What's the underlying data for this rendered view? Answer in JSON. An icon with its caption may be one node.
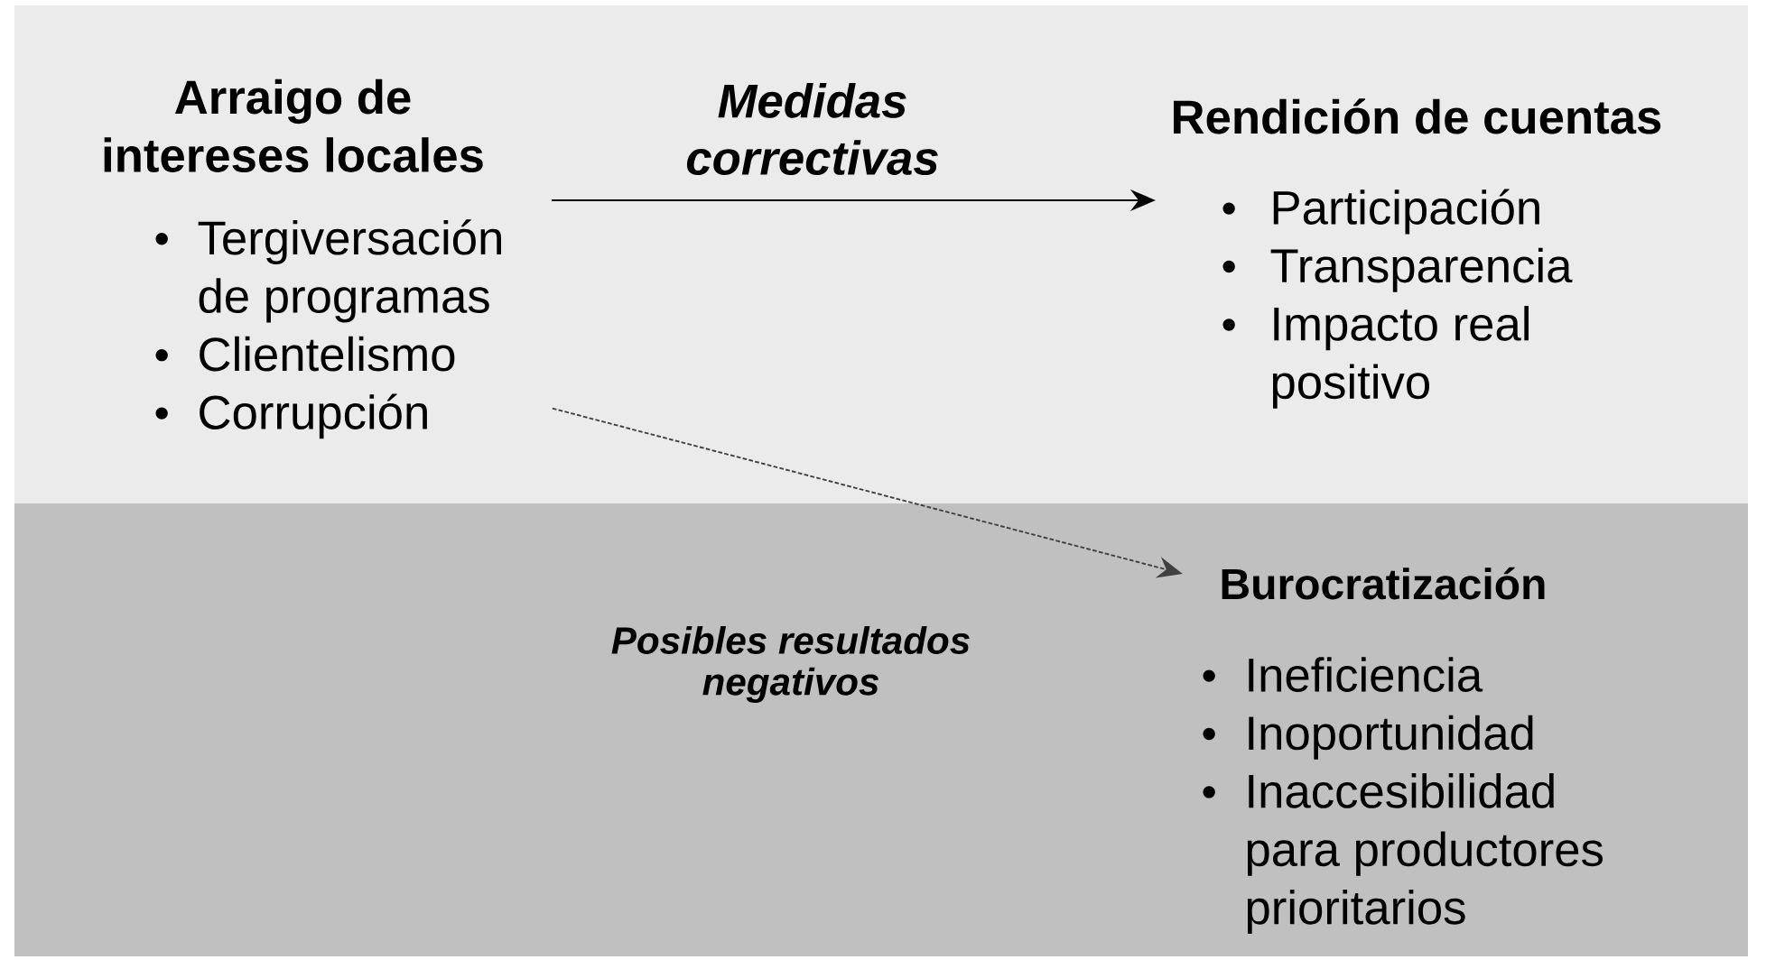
{
  "diagram": {
    "nodes": [
      {
        "text": [
          "Arraigo de intereses locales",
          "Tergiversación de programas",
          "Clientelismo",
          "Corrupción"
        ]
      },
      {
        "text": [
          "Rendición de cuentas",
          "Participación",
          "Transparencia",
          "Impacto real positivo"
        ]
      },
      {
        "text": [
          "Burocratización",
          "Ineficiencia",
          "Inoportunidad",
          "Inaccesibilidad para productores prioritarios"
        ]
      }
    ],
    "edges": [
      {
        "from": 0,
        "to": 1,
        "arrow": "to",
        "label": "Medidas correctivas"
      },
      {
        "from": 0,
        "to": 2,
        "arrow": "to",
        "label": "Posibles resultados negativos",
        "style": "dashed",
        "color": "#404040"
      }
    ]
  }
}
